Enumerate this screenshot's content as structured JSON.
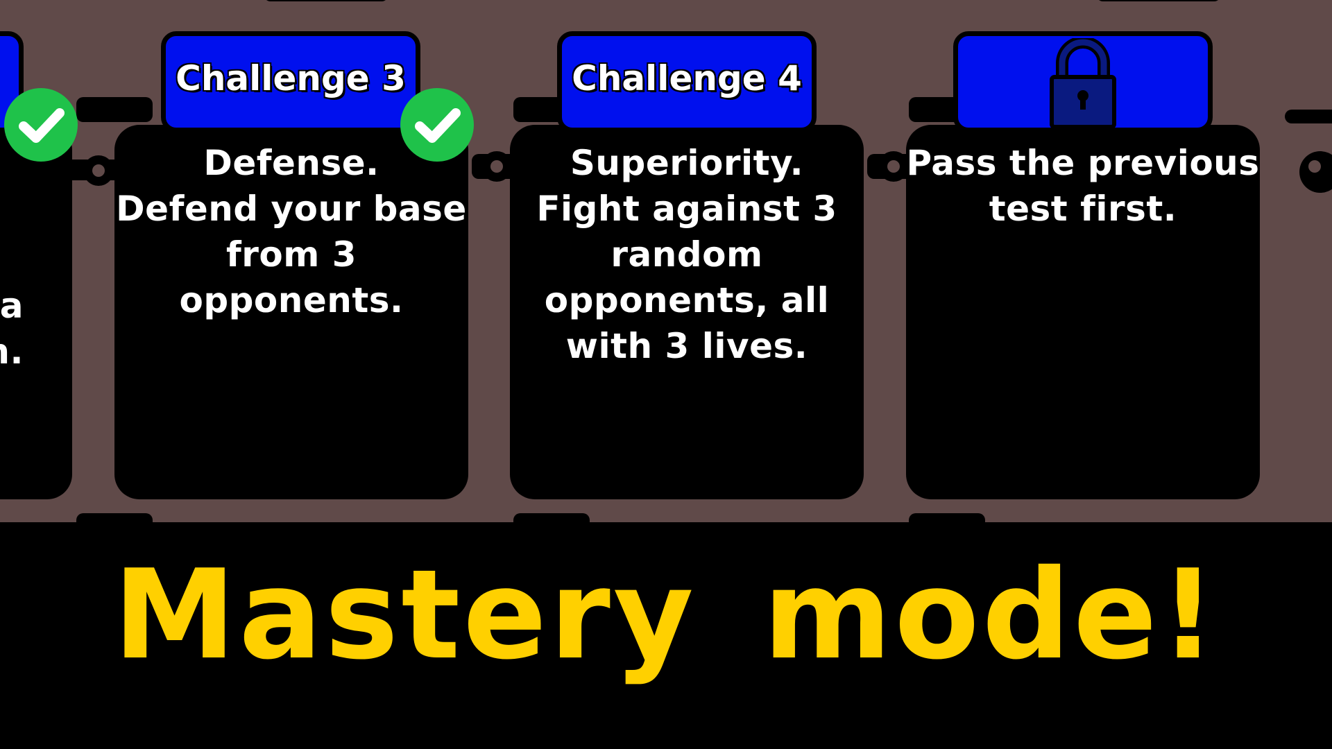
{
  "cards": [
    {
      "id": "challenge-2",
      "label": "",
      "description": "a\nn.",
      "completed": true,
      "locked": false
    },
    {
      "id": "challenge-3",
      "label": "Challenge 3",
      "description": "Defense.\nDefend your base\nfrom 3 opponents.",
      "completed": true,
      "locked": false
    },
    {
      "id": "challenge-4",
      "label": "Challenge 4",
      "description": "Superiority.\nFight against 3\nrandom\nopponents, all\nwith 3 lives.",
      "completed": false,
      "locked": false
    },
    {
      "id": "challenge-5",
      "label": "",
      "description": "Pass the previous\ntest first.",
      "completed": false,
      "locked": true
    }
  ],
  "banner": {
    "text": "Mastery mode!"
  },
  "colors": {
    "background": "#604a49",
    "card": "#000000",
    "tab": "#0010ee",
    "check": "#1fc24a",
    "banner_text": "#ffd000",
    "lock": "#0a1a80"
  },
  "icons": {
    "completed": "checkmark-icon",
    "locked": "padlock-icon"
  }
}
